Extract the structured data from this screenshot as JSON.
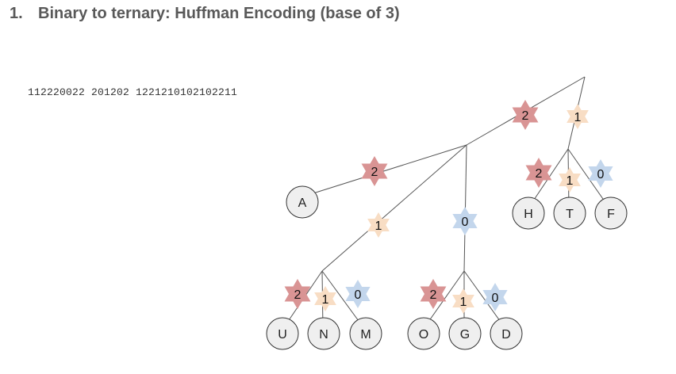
{
  "title": {
    "number": "1.",
    "text": "Binary to ternary: Huffman Encoding (base of 3)"
  },
  "encoded_message": "112220022 201202 1221210102102211",
  "colors": {
    "digit_2": "#d99494",
    "digit_1": "#f8ddc4",
    "digit_0": "#c3d6ec",
    "leaf_fill": "#efefef",
    "edge": "#555555"
  },
  "leaves": {
    "A": "A",
    "U": "U",
    "N": "N",
    "M": "M",
    "O": "O",
    "G": "G",
    "D": "D",
    "H": "H",
    "T": "T",
    "F": "F"
  },
  "branch_labels": {
    "root_2": "2",
    "root_1": "1",
    "a_2": "2",
    "un_1": "1",
    "og_0": "0",
    "h_2": "2",
    "t_1": "1",
    "f_0": "0",
    "u_2": "2",
    "n_1": "1",
    "m_0": "0",
    "o_2": "2",
    "g_1": "1",
    "d_0": "0"
  }
}
